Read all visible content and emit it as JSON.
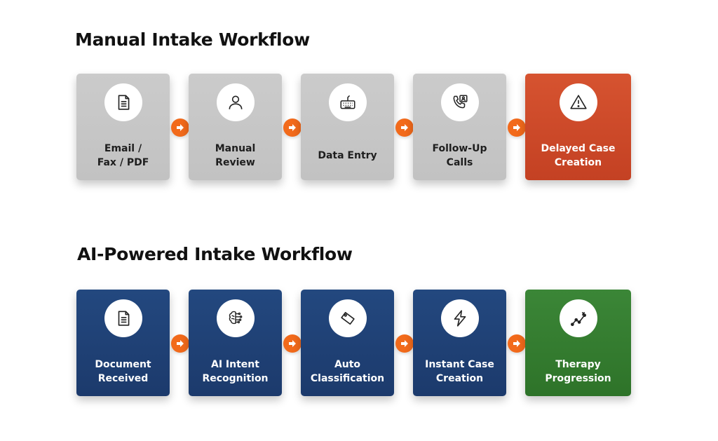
{
  "colors": {
    "gray_card": "#c6c6c6",
    "red_card": "#cd4a29",
    "blue_card": "#20426f",
    "green_card": "#357d30",
    "arrow": "#f26a1b"
  },
  "manual": {
    "title": "Manual Intake Workflow",
    "steps": [
      {
        "label": "Email /\nFax / PDF",
        "icon": "document-icon"
      },
      {
        "label": "Manual\nReview",
        "icon": "person-icon"
      },
      {
        "label": "Data Entry",
        "icon": "keyboard-icon"
      },
      {
        "label": "Follow-Up\nCalls",
        "icon": "phone-contact-icon"
      },
      {
        "label": "Delayed Case\nCreation",
        "icon": "warning-icon"
      }
    ]
  },
  "ai": {
    "title": "AI-Powered Intake Workflow",
    "steps": [
      {
        "label": "Document\nReceived",
        "icon": "document-icon"
      },
      {
        "label": "AI Intent\nRecognition",
        "icon": "ai-brain-icon"
      },
      {
        "label": "Auto\nClassification",
        "icon": "tag-icon"
      },
      {
        "label": "Instant Case\nCreation",
        "icon": "lightning-icon"
      },
      {
        "label": "Therapy\nProgression",
        "icon": "progression-icon"
      }
    ]
  }
}
